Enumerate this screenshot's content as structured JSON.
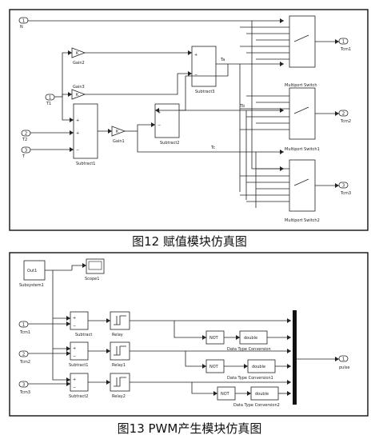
{
  "fig12": {
    "caption": "图12 赋值模块仿真图",
    "in_n": "1",
    "in_n_label": "N",
    "in_t1": "1",
    "in_t1_label": "T1",
    "in_t2": "2",
    "in_t2_label": "T2",
    "in_t": "3",
    "in_t_label": "T",
    "gain2_label": "Gain2",
    "gain3_label": "Gain3",
    "gain1_label": "Gain1",
    "subtract1_label": "Subtract1",
    "subtract2_label": "Subtract2",
    "subtract3_label": "Subtract3",
    "sig_ta": "Ta",
    "sig_tb": "Tb",
    "sig_tc": "Tc",
    "switch_labels": [
      "Multiport Switch",
      "Multiport Switch1",
      "Multiport Switch2"
    ],
    "out_labels": [
      "Tcm1",
      "Tcm2",
      "Tcm3"
    ],
    "out_numbers": [
      "1",
      "2",
      "3"
    ]
  },
  "fig13": {
    "caption": "图13 PWM产生模块仿真图",
    "subsystem_text": "Out1",
    "subsystem_label": "Subsystem1",
    "scope_label": "Scope1",
    "in_labels": [
      "Tcm1",
      "Tcm2",
      "Tcm3"
    ],
    "in_numbers": [
      "1",
      "2",
      "3"
    ],
    "subtract_labels": [
      "Subtract",
      "Subtract1",
      "Subtract2"
    ],
    "relay_labels": [
      "Relay",
      "Relay1",
      "Relay2"
    ],
    "not_text": "NOT",
    "double_text": "double",
    "dtc_label": "Data Type Conversion",
    "dtc_labels": [
      "Data Type Conversion",
      "Data Type Conversion1",
      "Data Type Conversion2"
    ],
    "out_number": "1",
    "out_label": "pulse"
  }
}
